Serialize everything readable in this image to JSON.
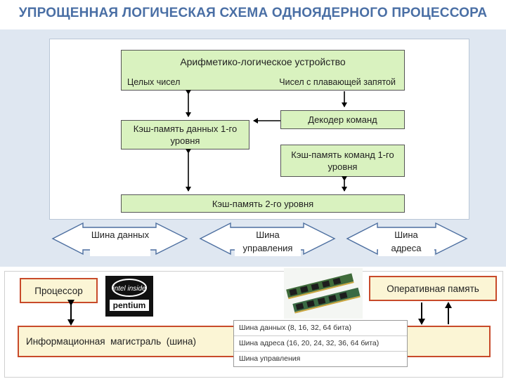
{
  "title": "УПРОЩЕННАЯ ЛОГИЧЕСКАЯ СХЕМА ОДНОЯДЕРНОГО ПРОЦЕССОРА",
  "diagram": {
    "alu": {
      "title": "Арифметико-логическое устройство",
      "left_label": "Целых чисел",
      "right_label": "Чисел с плавающей запятой"
    },
    "data_cache_l1": "Кэш-память данных 1-го уровня",
    "instruction_decoder": "Декодер команд",
    "instruction_cache_l1": "Кэш-память команд 1-го уровня",
    "cache_l2": "Кэш-память 2-го уровня"
  },
  "buses": [
    {
      "label": "Шина данных"
    },
    {
      "label": "Шина управления"
    },
    {
      "label": "Шина адреса"
    }
  ],
  "bottom": {
    "processor": "Процессор",
    "ram": "Оперативная память",
    "system_bus": "Информационная  магистраль  (шина)",
    "logo": {
      "top": "intel inside",
      "bottom": "pentium"
    },
    "legend": [
      "Шина  данных  (8, 16, 32, 64 бита)",
      "Шина  адреса (16, 20, 24, 32, 36, 64 бита)",
      "Шина  управления"
    ]
  },
  "colors": {
    "title": "#4a6fa5",
    "band": "#dfe7f1",
    "box_fill": "#d9f2bf",
    "yellow_fill": "#fbf5d5",
    "yellow_border": "#c84a2a"
  }
}
